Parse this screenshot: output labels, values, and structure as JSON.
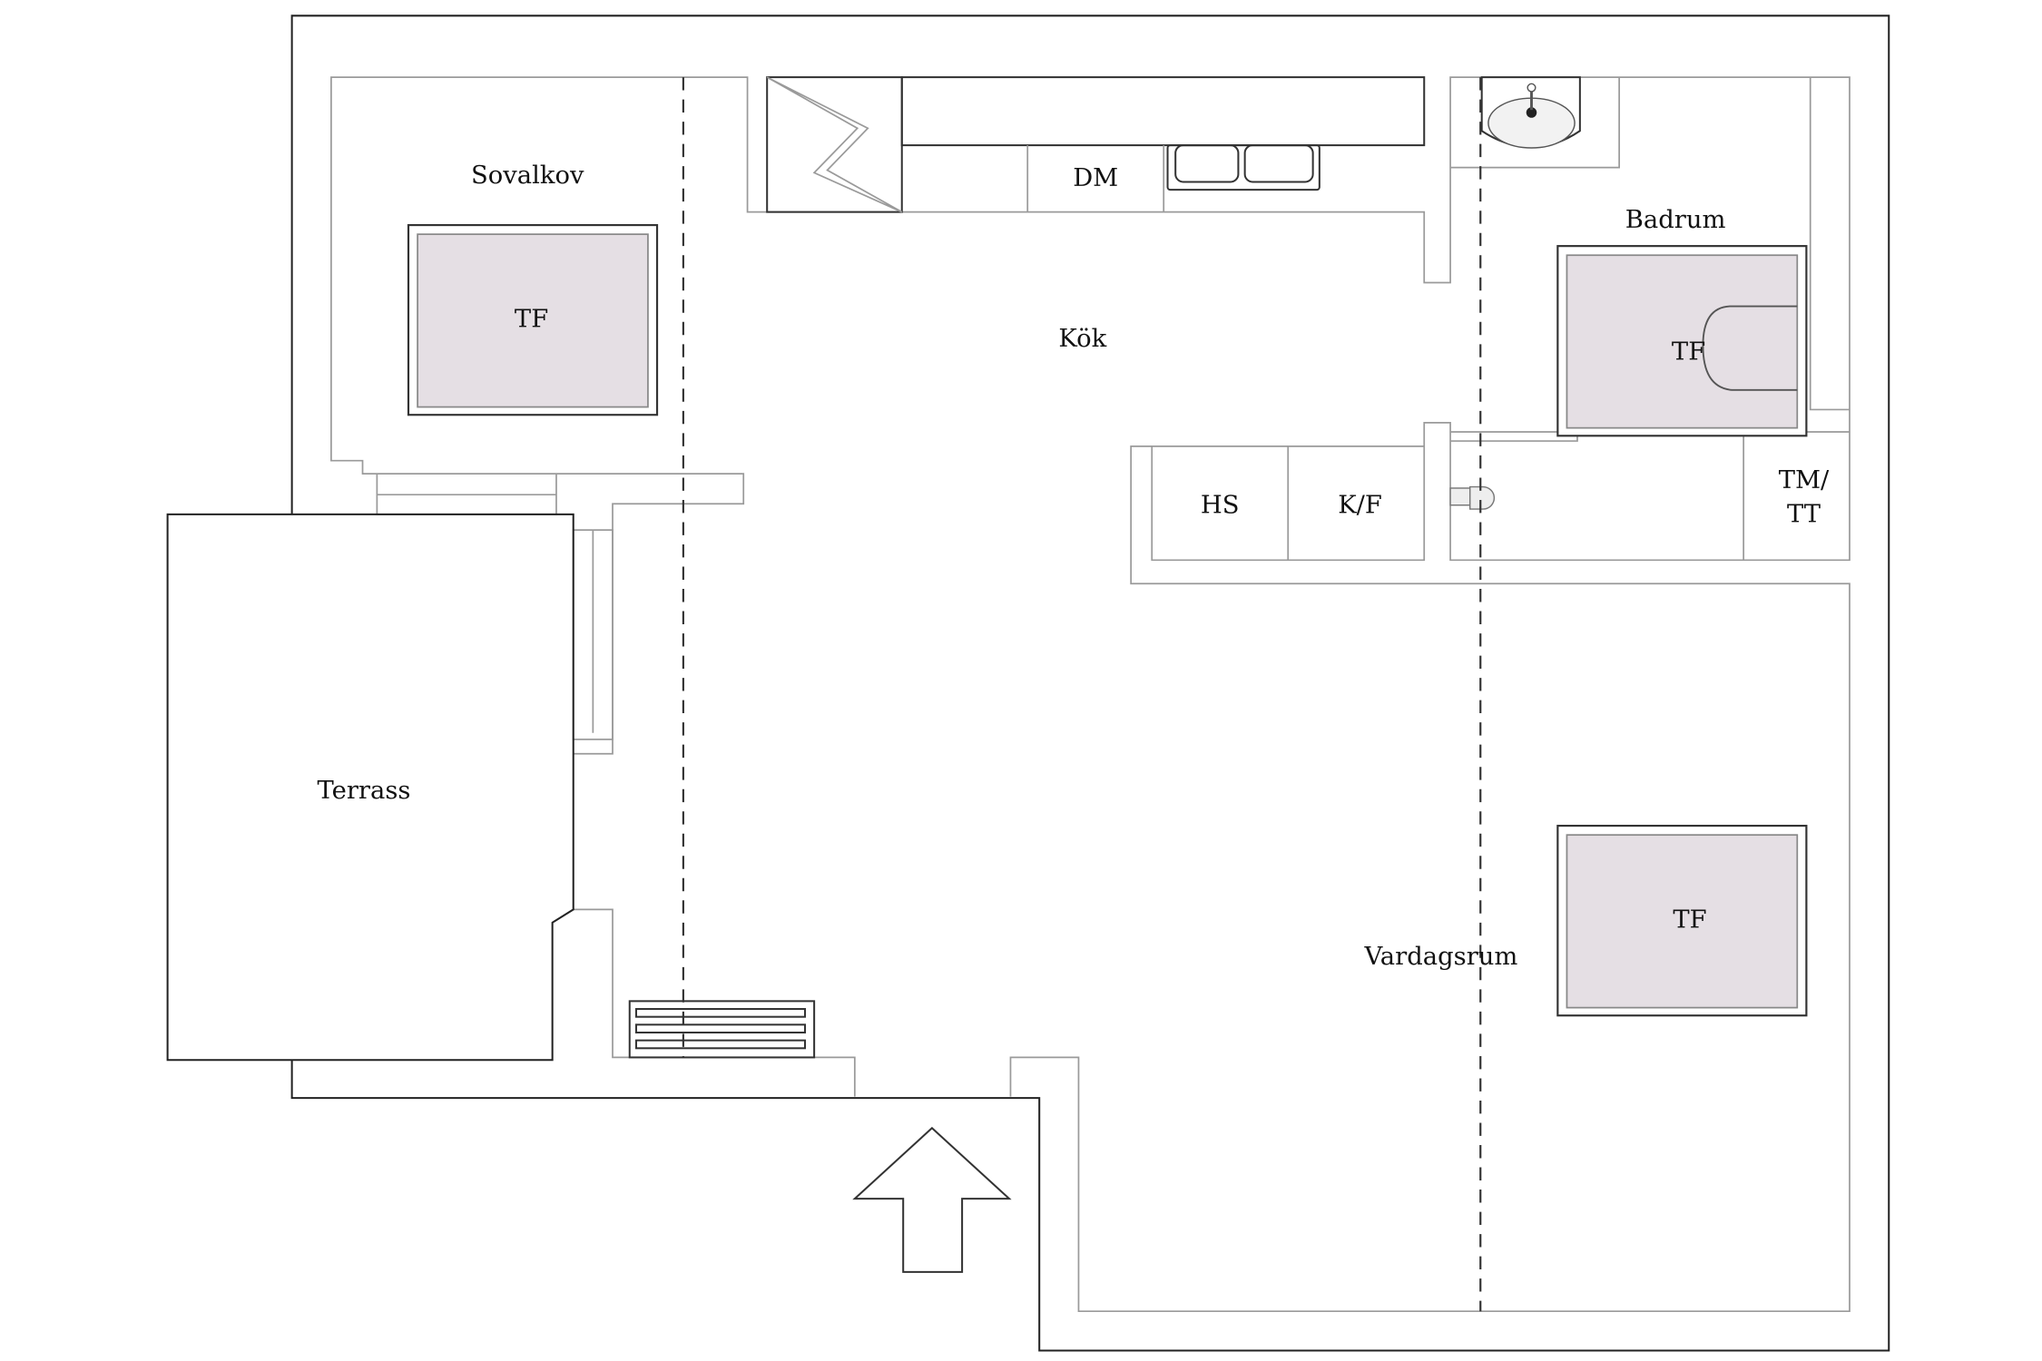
{
  "rooms": {
    "sovalkov": "Sovalkov",
    "kok": "Kök",
    "badrum": "Badrum",
    "terrass": "Terrass",
    "vardagsrum": "Vardagsrum"
  },
  "fixtures": {
    "dm": "DM",
    "hs": "HS",
    "kf": "K/F",
    "tm_line1": "TM/",
    "tm_line2": "TT",
    "tf": "TF"
  },
  "colors": {
    "tf_fill": "#e5dfe4",
    "wall": "#222222"
  },
  "icons": [
    "entrance-arrow-icon",
    "sink-icon",
    "double-sink-icon",
    "stove-icon",
    "radiator-icon",
    "toilet-icon",
    "shower-icon"
  ]
}
